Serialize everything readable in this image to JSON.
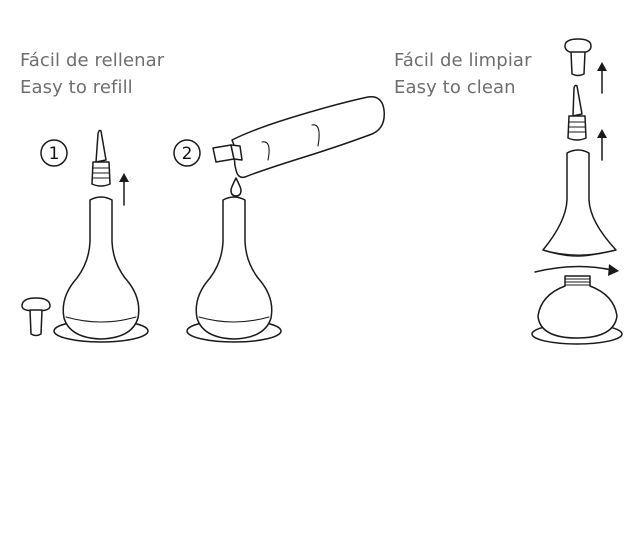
{
  "refill": {
    "title_es": "Fácil de rellenar",
    "title_en": "Easy to refill",
    "steps": [
      "1",
      "2"
    ]
  },
  "clean": {
    "title_es": "Fácil de limpiar",
    "title_en": "Easy to clean"
  },
  "icons": [
    "stopper-icon",
    "pourer-icon",
    "bottle-icon",
    "arrow-up-icon",
    "refill-bottle-icon",
    "drop-icon",
    "rotate-arrow-icon",
    "flask-base-icon",
    "funnel-icon"
  ]
}
